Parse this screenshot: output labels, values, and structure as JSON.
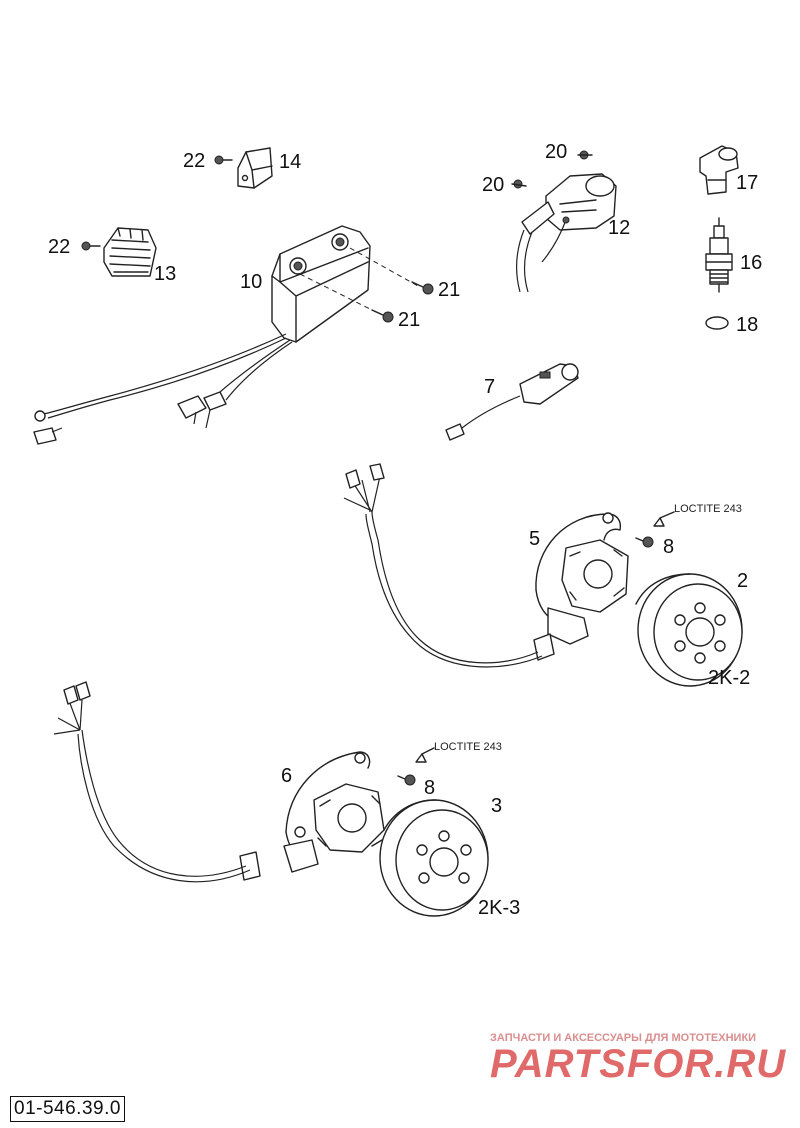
{
  "parts": [
    {
      "id": "22a",
      "label": "22"
    },
    {
      "id": "14",
      "label": "14"
    },
    {
      "id": "22b",
      "label": "22"
    },
    {
      "id": "13",
      "label": "13"
    },
    {
      "id": "10",
      "label": "10"
    },
    {
      "id": "21a",
      "label": "21"
    },
    {
      "id": "21b",
      "label": "21"
    },
    {
      "id": "20a",
      "label": "20"
    },
    {
      "id": "20b",
      "label": "20"
    },
    {
      "id": "12",
      "label": "12"
    },
    {
      "id": "17",
      "label": "17"
    },
    {
      "id": "16",
      "label": "16"
    },
    {
      "id": "18",
      "label": "18"
    },
    {
      "id": "7",
      "label": "7"
    },
    {
      "id": "5",
      "label": "5"
    },
    {
      "id": "8a",
      "label": "8"
    },
    {
      "id": "2",
      "label": "2"
    },
    {
      "id": "2k2",
      "label": "2K-2"
    },
    {
      "id": "6",
      "label": "6"
    },
    {
      "id": "8b",
      "label": "8"
    },
    {
      "id": "3",
      "label": "3"
    },
    {
      "id": "2k3",
      "label": "2K-3"
    }
  ],
  "notes": {
    "loctite_upper": "LOCTITE 243",
    "loctite_lower": "LOCTITE 243"
  },
  "doc_code": "01-546.39.0",
  "watermark": {
    "caption": "ЗАПЧАСТИ И АКСЕССУАРЫ ДЛЯ МОТОТЕХНИКИ",
    "logo": "PARTSFOR.RU"
  }
}
